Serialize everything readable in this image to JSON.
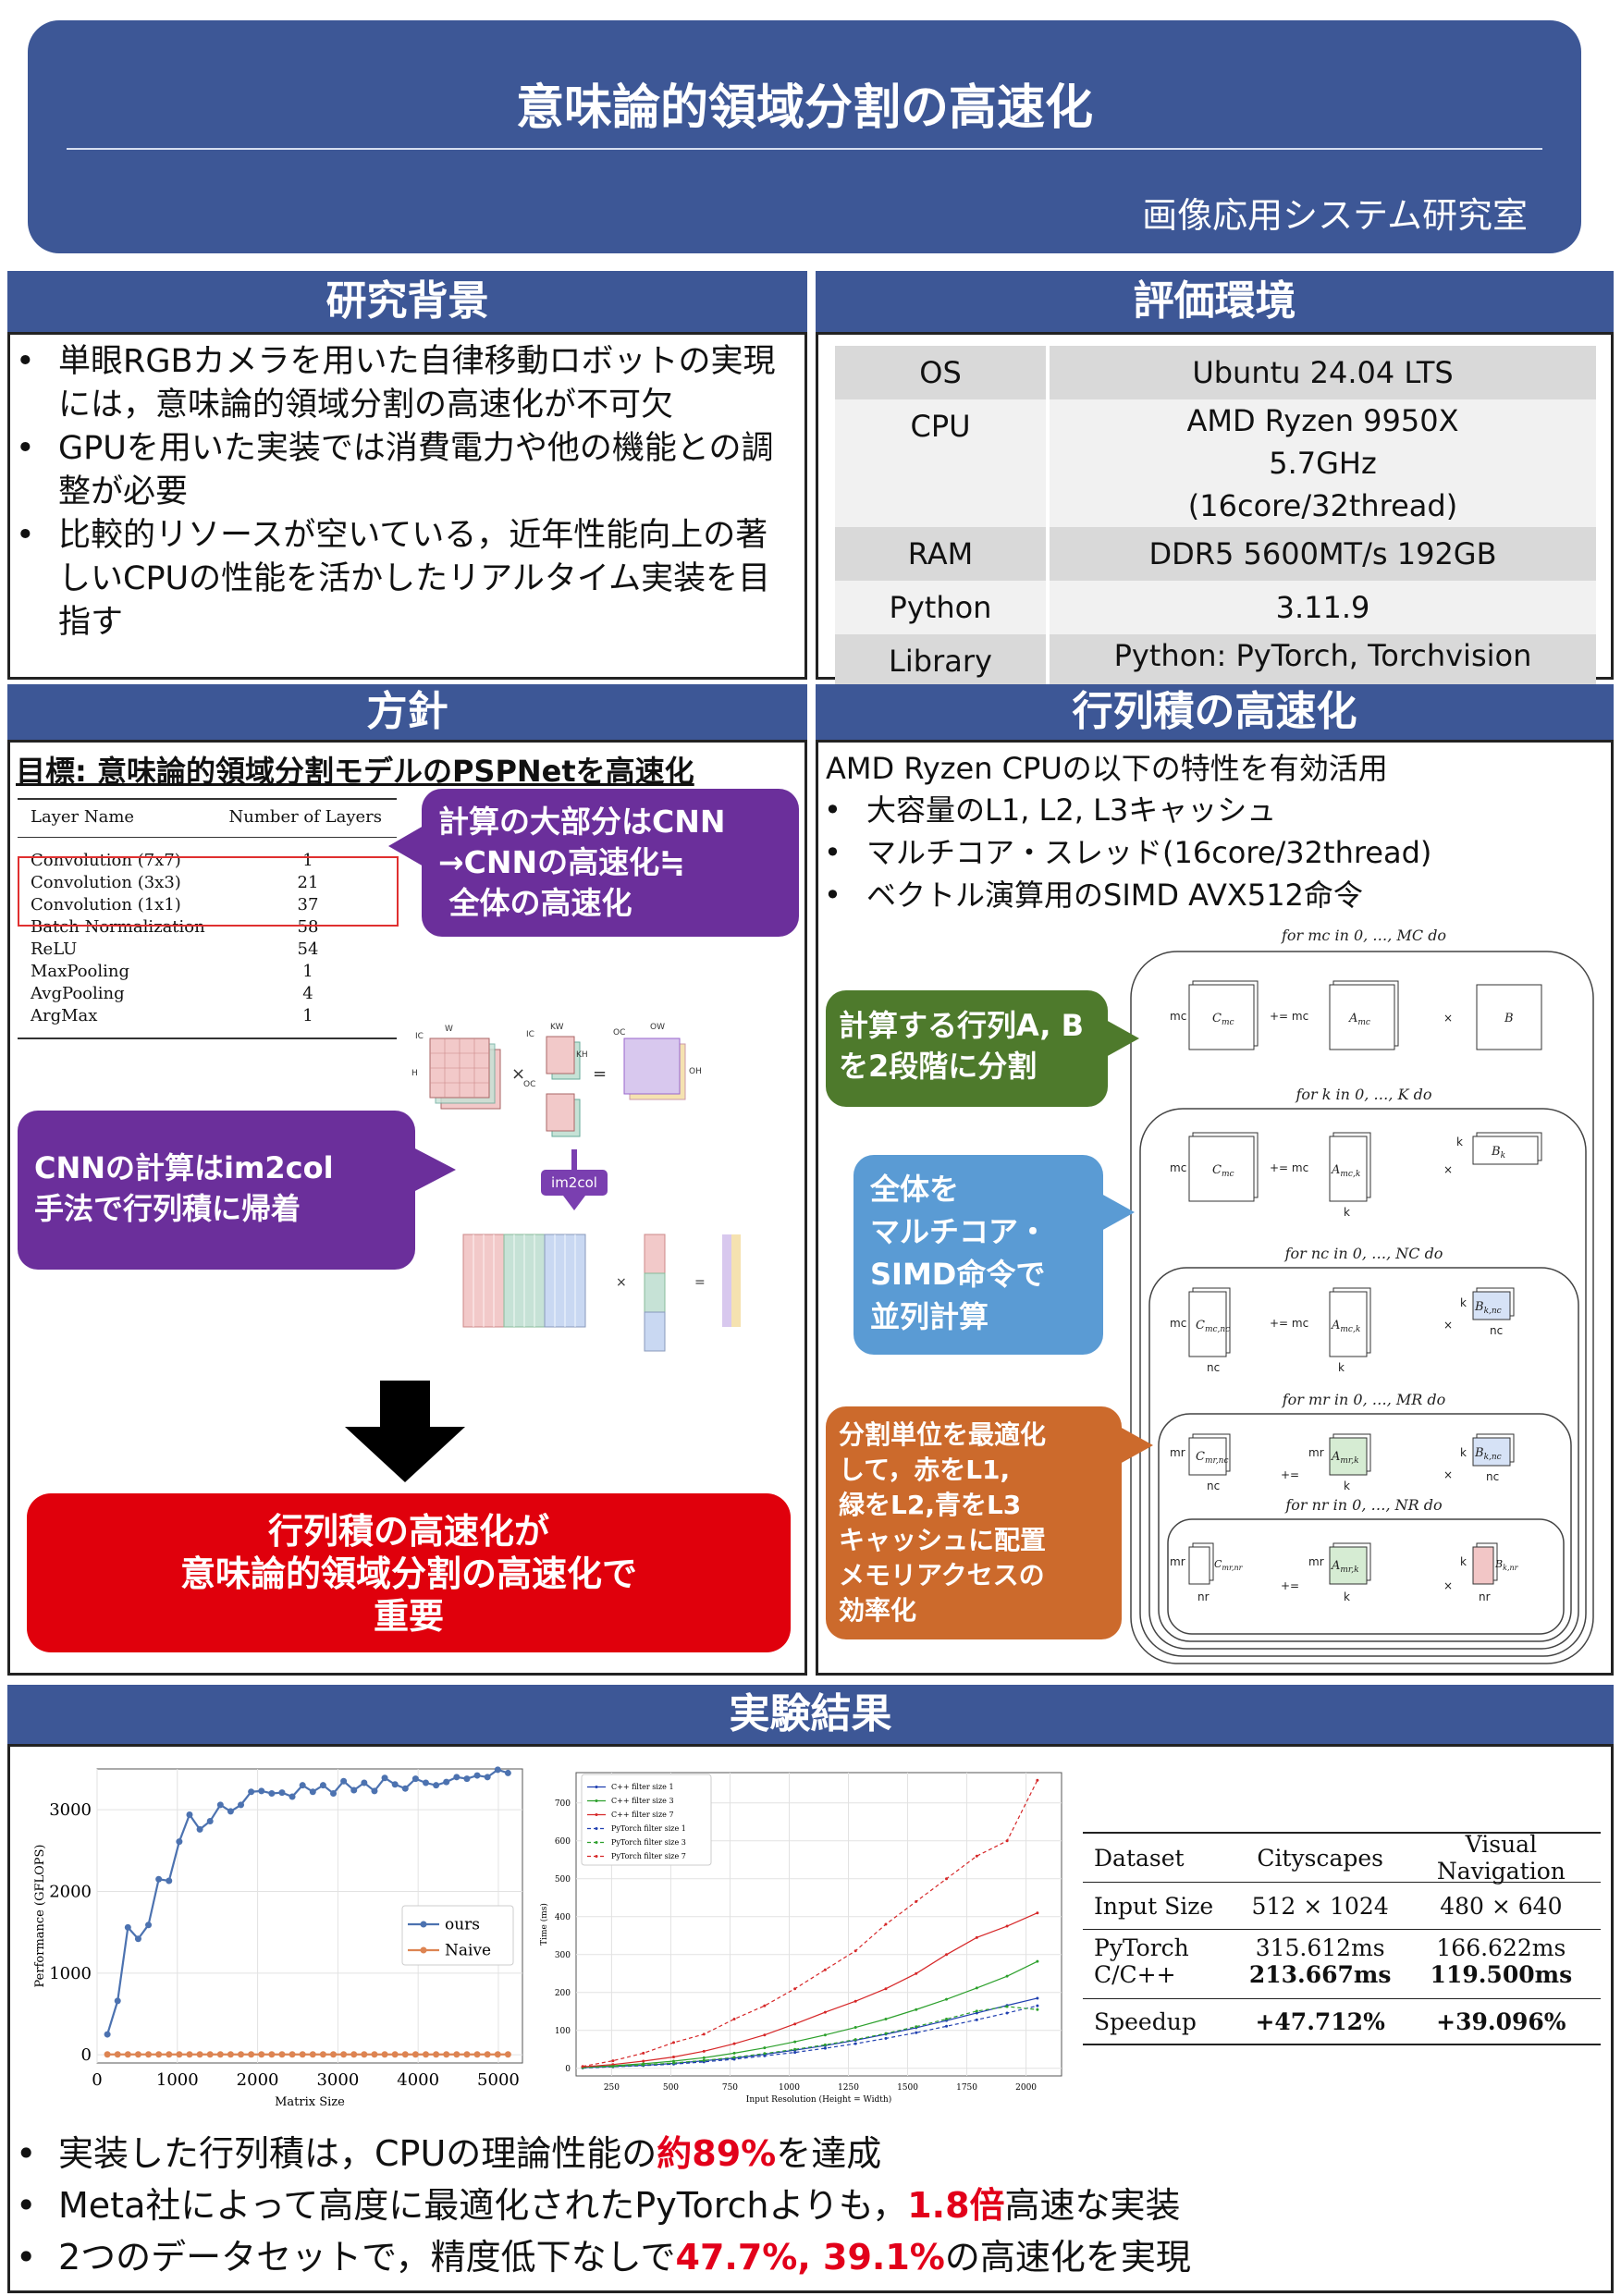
{
  "header": {
    "title": "意味論的領域分割の高速化",
    "lab": "画像応用システム研究室"
  },
  "background": {
    "title": "研究背景",
    "items": [
      "単眼RGBカメラを用いた自律移動ロボットの実現には，意味論的領域分割の高速化が不可欠",
      "GPUを用いた実装では消費電力や他の機能との調整が必要",
      "比較的リソースが空いている，近年性能向上の著しいCPUの性能を活かしたリアルタイム実装を目指す"
    ]
  },
  "environment": {
    "title": "評価環境",
    "rows": [
      {
        "key": "OS",
        "value": "Ubuntu 24.04 LTS"
      },
      {
        "key": "CPU",
        "value": "AMD Ryzen 9950X 5.7GHz (16core/32thread)"
      },
      {
        "key": "RAM",
        "value": "DDR5 5600MT/s 192GB"
      },
      {
        "key": "Python",
        "value": "3.11.9"
      },
      {
        "key": "Library",
        "value": "Python: PyTorch, Torchvision C/C++: OpenMP"
      }
    ]
  },
  "policy": {
    "title": "方針",
    "goal": "目標: 意味論的領域分割モデルのPSPNetを高速化",
    "layer_table": {
      "headers": [
        "Layer Name",
        "Number of Layers"
      ],
      "rows": [
        [
          "Convolution (7x7)",
          "1"
        ],
        [
          "Convolution (3x3)",
          "21"
        ],
        [
          "Convolution (1x1)",
          "37"
        ],
        [
          "Batch Normalization",
          "58"
        ],
        [
          "ReLU",
          "54"
        ],
        [
          "MaxPooling",
          "1"
        ],
        [
          "AvgPooling",
          "4"
        ],
        [
          "ArgMax",
          "1"
        ]
      ]
    },
    "callout_cnn": "計算の大部分はCNN\n→CNNの高速化≒\n 全体の高速化",
    "callout_im2col": "CNNの計算はim2col\n手法で行列積に帰着",
    "im2col_label": "im2col",
    "diagram_labels": {
      "ic": "IC",
      "w": "W",
      "h": "H",
      "kh": "KH",
      "kw": "KW",
      "oc": "OC",
      "ow": "OW",
      "oh": "OH"
    },
    "conclusion": "行列積の高速化が\n意味論的領域分割の高速化で\n重要"
  },
  "matmul": {
    "title": "行列積の高速化",
    "intro": "AMD Ryzen CPUの以下の特性を有効活用",
    "items": [
      "大容量のL1, L2, L3キャッシュ",
      "マルチコア・スレッド(16core/32thread)",
      "ベクトル演算用のSIMD AVX512命令"
    ],
    "callout_split": "計算する行列A, B\nを2段階に分割",
    "callout_parallel": "全体を\nマルチコア・\nSIMD命令で\n並列計算",
    "callout_cache": "分割単位を最適化\nして，赤をL1,\n緑をL2,青をL3\nキャッシュに配置\nメモリアクセスの\n効率化",
    "loops": [
      "for mc in 0, …, MC do",
      "for k in 0, …, K do",
      "for nc in 0, …, NC do",
      "for mr in 0, …, MR do",
      "for nr in 0, …, NR do"
    ]
  },
  "results": {
    "title": "実験結果",
    "table": {
      "headers": [
        "Dataset",
        "Cityscapes",
        "Visual Navigation"
      ],
      "rows": [
        [
          "Input Size",
          "512 × 1024",
          "480 × 640"
        ],
        [
          "PyTorch",
          "315.612ms",
          "166.622ms"
        ],
        [
          "C/C++",
          "213.667ms",
          "119.500ms"
        ],
        [
          "Speedup",
          "+47.712%",
          "+39.096%"
        ]
      ]
    },
    "conclusions": [
      {
        "pre": "実装した行列積は，CPUの理論性能の",
        "em": "約89%",
        "post": "を達成"
      },
      {
        "pre": "Meta社によって高度に最適化されたPyTorchよりも，",
        "em": "1.8倍",
        "post": "高速な実装"
      },
      {
        "pre": "2つのデータセットで，精度低下なしで",
        "em": "47.7%, 39.1%",
        "post": "の高速化を実現"
      }
    ]
  },
  "chart_data": [
    {
      "type": "line",
      "title": "",
      "xlabel": "Matrix Size",
      "ylabel": "Performance (GFLOPS)",
      "xlim": [
        0,
        5300
      ],
      "ylim": [
        -100,
        3500
      ],
      "grid": true,
      "legend": "center-right",
      "x": [
        128,
        256,
        384,
        512,
        640,
        768,
        896,
        1024,
        1152,
        1280,
        1408,
        1536,
        1664,
        1792,
        1920,
        2048,
        2176,
        2304,
        2432,
        2560,
        2688,
        2816,
        2944,
        3072,
        3200,
        3328,
        3456,
        3584,
        3712,
        3840,
        3968,
        4096,
        4224,
        4352,
        4480,
        4608,
        4736,
        4864,
        4992,
        5120
      ],
      "series": [
        {
          "name": "ours",
          "color": "#4c72b0",
          "values": [
            250,
            660,
            1560,
            1420,
            1590,
            2150,
            2130,
            2610,
            2940,
            2760,
            2860,
            3060,
            2980,
            3060,
            3220,
            3230,
            3200,
            3210,
            3160,
            3300,
            3220,
            3300,
            3200,
            3350,
            3240,
            3330,
            3230,
            3390,
            3310,
            3260,
            3380,
            3330,
            3300,
            3340,
            3400,
            3380,
            3420,
            3400,
            3490,
            3450
          ]
        },
        {
          "name": "Naive",
          "color": "#dd8452",
          "values": [
            5,
            5,
            5,
            5,
            5,
            5,
            5,
            5,
            5,
            5,
            5,
            5,
            5,
            5,
            5,
            5,
            5,
            5,
            5,
            5,
            5,
            5,
            5,
            5,
            5,
            5,
            5,
            5,
            5,
            5,
            5,
            5,
            5,
            5,
            5,
            5,
            5,
            5,
            5,
            5
          ]
        }
      ]
    },
    {
      "type": "line",
      "title": "",
      "xlabel": "Input Resolution (Height = Width)",
      "ylabel": "Time (ms)",
      "xlim": [
        100,
        2150
      ],
      "ylim": [
        -20,
        780
      ],
      "grid": true,
      "legend": "top-left",
      "x": [
        128,
        256,
        384,
        512,
        640,
        768,
        896,
        1024,
        1152,
        1280,
        1408,
        1536,
        1664,
        1792,
        1920,
        2048
      ],
      "series": [
        {
          "name": "C++ filter size 1",
          "color": "#1f3fb0",
          "dash": false,
          "values": [
            2,
            5,
            8,
            13,
            20,
            27,
            37,
            48,
            60,
            74,
            90,
            107,
            126,
            146,
            166,
            185
          ]
        },
        {
          "name": "C++ filter size 3",
          "color": "#2ca02c",
          "dash": false,
          "values": [
            3,
            7,
            12,
            19,
            28,
            40,
            54,
            70,
            88,
            108,
            130,
            155,
            182,
            212,
            243,
            282
          ]
        },
        {
          "name": "C++ filter size 7",
          "color": "#d62728",
          "dash": false,
          "values": [
            4,
            10,
            19,
            30,
            45,
            65,
            88,
            117,
            148,
            177,
            210,
            250,
            300,
            345,
            375,
            410
          ]
        },
        {
          "name": "PyTorch filter size 1",
          "color": "#1f3fb0",
          "dash": true,
          "values": [
            1,
            4,
            7,
            11,
            17,
            24,
            33,
            42,
            53,
            65,
            79,
            94,
            111,
            128,
            146,
            165
          ]
        },
        {
          "name": "PyTorch filter size 3",
          "color": "#2ca02c",
          "dash": true,
          "values": [
            2,
            5,
            9,
            14,
            21,
            29,
            39,
            50,
            62,
            76,
            92,
            110,
            130,
            151,
            163,
            155
          ]
        },
        {
          "name": "PyTorch filter size 7",
          "color": "#d62728",
          "dash": true,
          "values": [
            5,
            20,
            40,
            68,
            90,
            130,
            165,
            210,
            260,
            310,
            380,
            440,
            500,
            560,
            600,
            760
          ]
        }
      ]
    }
  ]
}
